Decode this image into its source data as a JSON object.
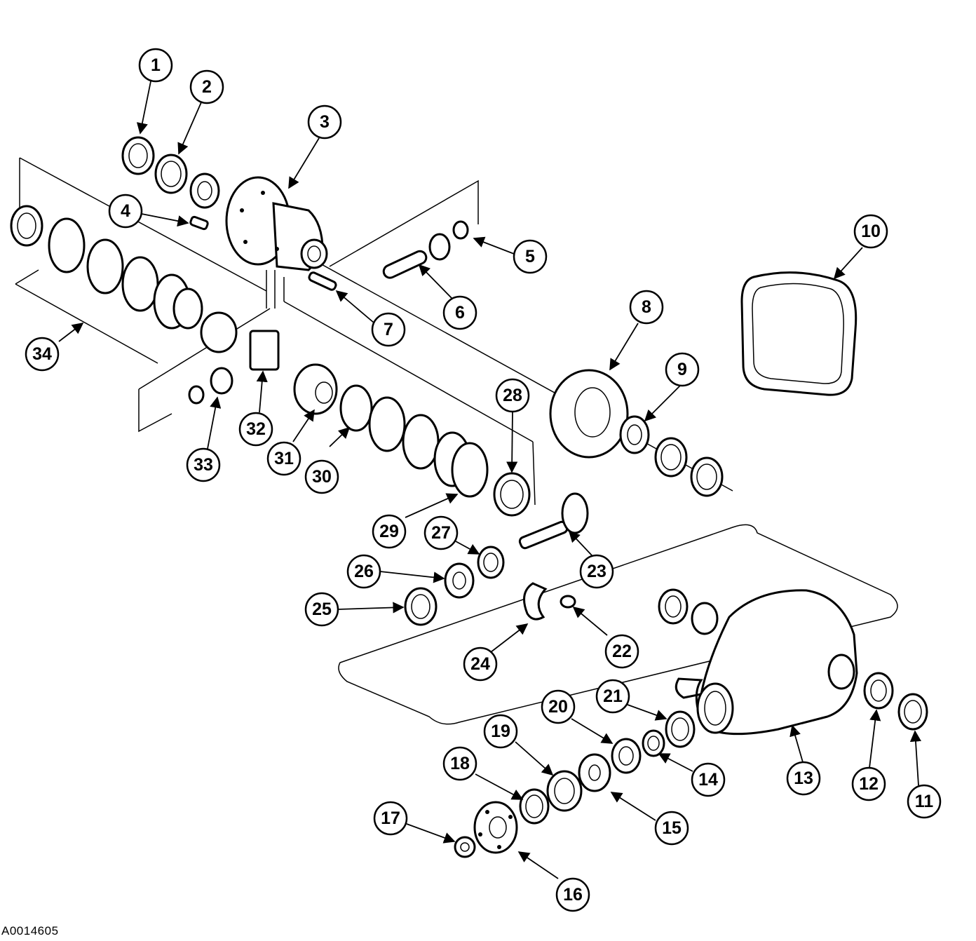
{
  "figure_id": "A0014605",
  "callouts": [
    {
      "num": "1"
    },
    {
      "num": "2"
    },
    {
      "num": "3"
    },
    {
      "num": "4"
    },
    {
      "num": "5"
    },
    {
      "num": "6"
    },
    {
      "num": "7"
    },
    {
      "num": "8"
    },
    {
      "num": "9"
    },
    {
      "num": "10"
    },
    {
      "num": "11"
    },
    {
      "num": "12"
    },
    {
      "num": "13"
    },
    {
      "num": "14"
    },
    {
      "num": "15"
    },
    {
      "num": "16"
    },
    {
      "num": "17"
    },
    {
      "num": "18"
    },
    {
      "num": "19"
    },
    {
      "num": "20"
    },
    {
      "num": "21"
    },
    {
      "num": "22"
    },
    {
      "num": "23"
    },
    {
      "num": "24"
    },
    {
      "num": "25"
    },
    {
      "num": "26"
    },
    {
      "num": "27"
    },
    {
      "num": "28"
    },
    {
      "num": "29"
    },
    {
      "num": "30"
    },
    {
      "num": "31"
    },
    {
      "num": "32"
    },
    {
      "num": "33"
    },
    {
      "num": "34"
    }
  ]
}
